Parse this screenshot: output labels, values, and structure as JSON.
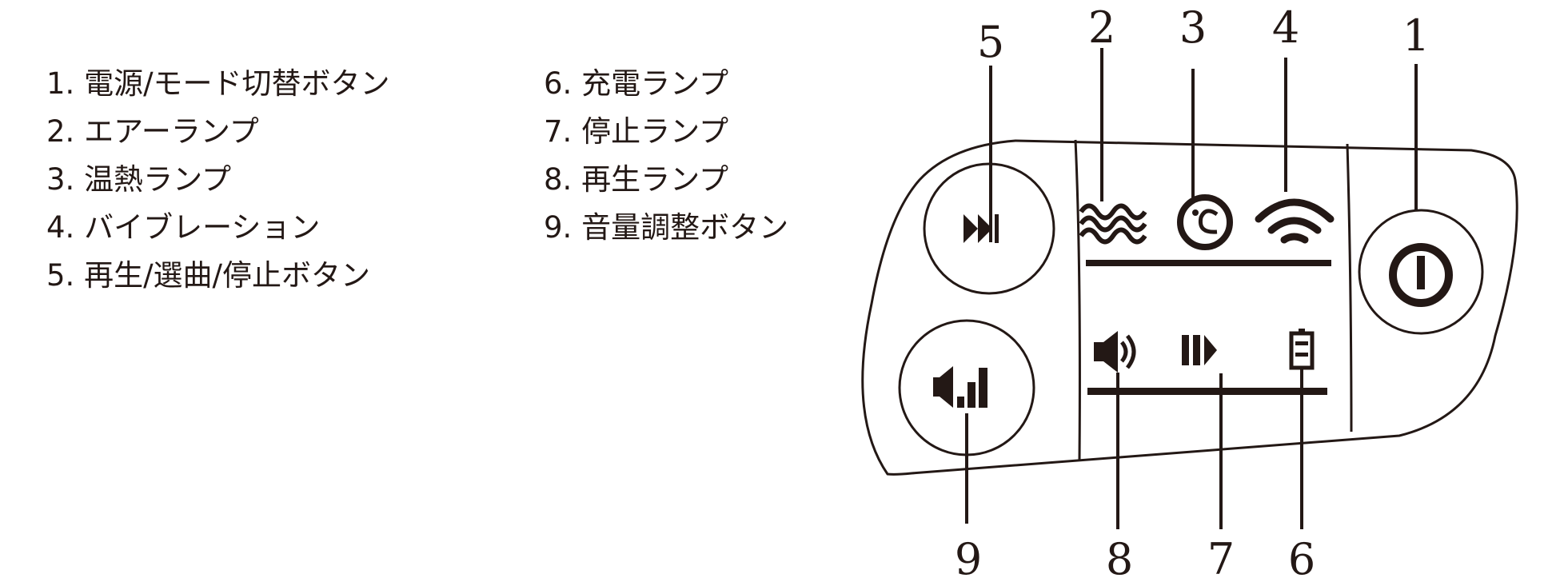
{
  "legend": {
    "items": [
      {
        "number": "1.",
        "label": "電源/モード切替ボタン"
      },
      {
        "number": "2.",
        "label": "エアーランプ"
      },
      {
        "number": "3.",
        "label": "温熱ランプ"
      },
      {
        "number": "4.",
        "label": "バイブレーション"
      },
      {
        "number": "5.",
        "label": "再生/選曲/停止ボタン"
      },
      {
        "number": "6.",
        "label": "充電ランプ"
      },
      {
        "number": "7.",
        "label": "停止ランプ"
      },
      {
        "number": "8.",
        "label": "再生ランプ"
      },
      {
        "number": "9.",
        "label": "音量調整ボタン"
      }
    ]
  },
  "diagram": {
    "callouts": {
      "c1": "1",
      "c2": "2",
      "c3": "3",
      "c4": "4",
      "c5": "5",
      "c6": "6",
      "c7": "7",
      "c8": "8",
      "c9": "9"
    },
    "icons": {
      "power": "power-icon",
      "next": "next-track-icon",
      "volume": "volume-level-icon",
      "air": "air-wave-icon",
      "heat": "celsius-heat-icon",
      "vibration": "vibration-signal-icon",
      "play": "speaker-play-icon",
      "stop": "pause-play-icon",
      "charge": "battery-charge-icon"
    },
    "colors": {
      "ink": "#231815"
    }
  }
}
